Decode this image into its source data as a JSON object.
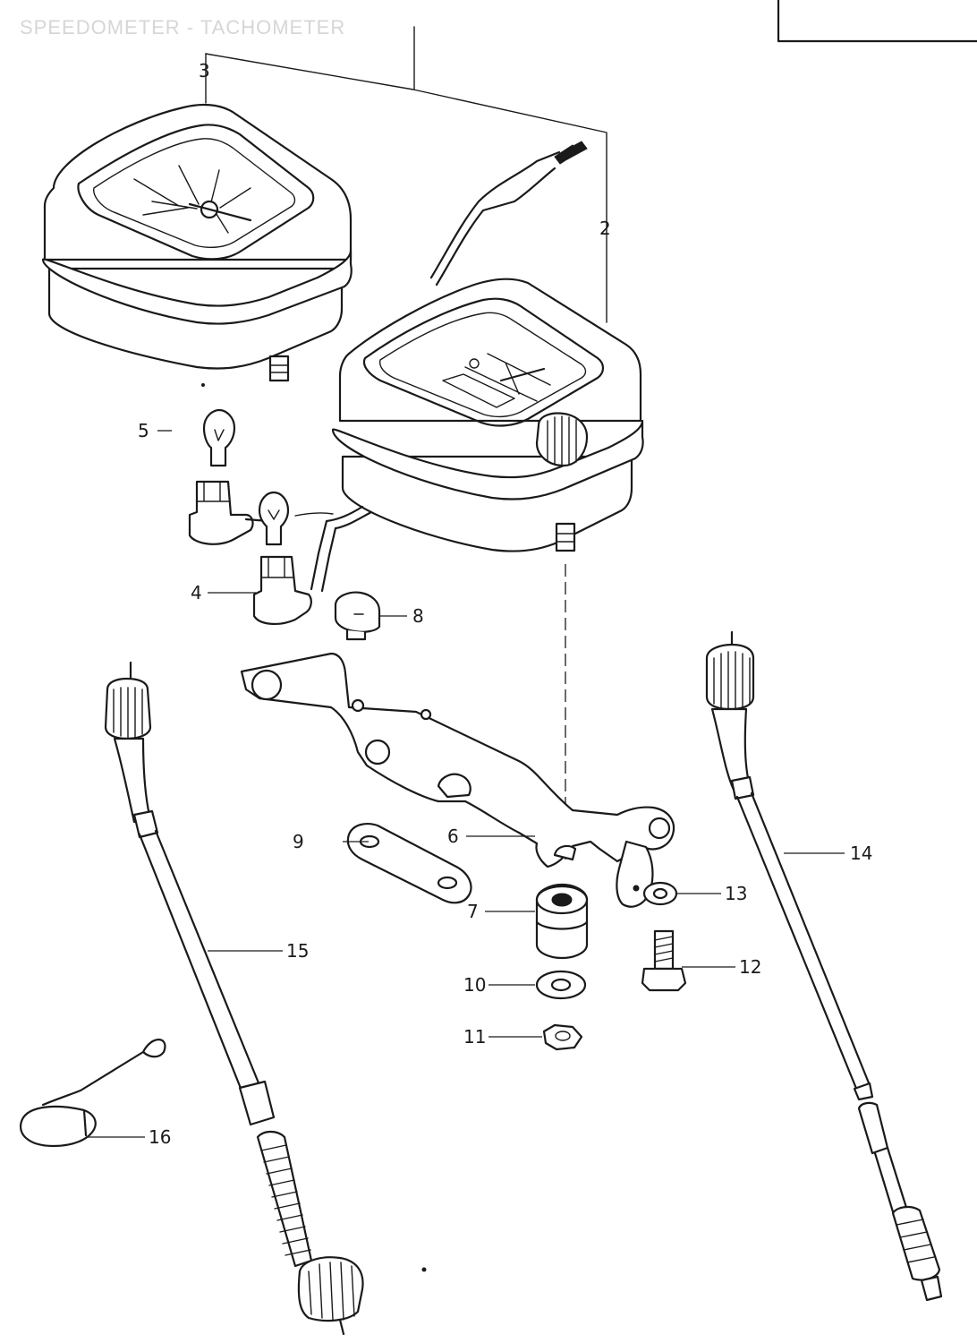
{
  "diagram": {
    "title": "SPEEDOMETER - TACHOMETER",
    "callouts": [
      {
        "id": "c2",
        "label": "2"
      },
      {
        "id": "c3",
        "label": "3"
      },
      {
        "id": "c4",
        "label": "4"
      },
      {
        "id": "c5",
        "label": "5"
      },
      {
        "id": "c6",
        "label": "6"
      },
      {
        "id": "c7",
        "label": "7"
      },
      {
        "id": "c8",
        "label": "8"
      },
      {
        "id": "c9",
        "label": "9"
      },
      {
        "id": "c10",
        "label": "10"
      },
      {
        "id": "c11",
        "label": "11"
      },
      {
        "id": "c12",
        "label": "12"
      },
      {
        "id": "c13",
        "label": "13"
      },
      {
        "id": "c14",
        "label": "14"
      },
      {
        "id": "c15",
        "label": "15"
      },
      {
        "id": "c16",
        "label": "16"
      }
    ]
  }
}
